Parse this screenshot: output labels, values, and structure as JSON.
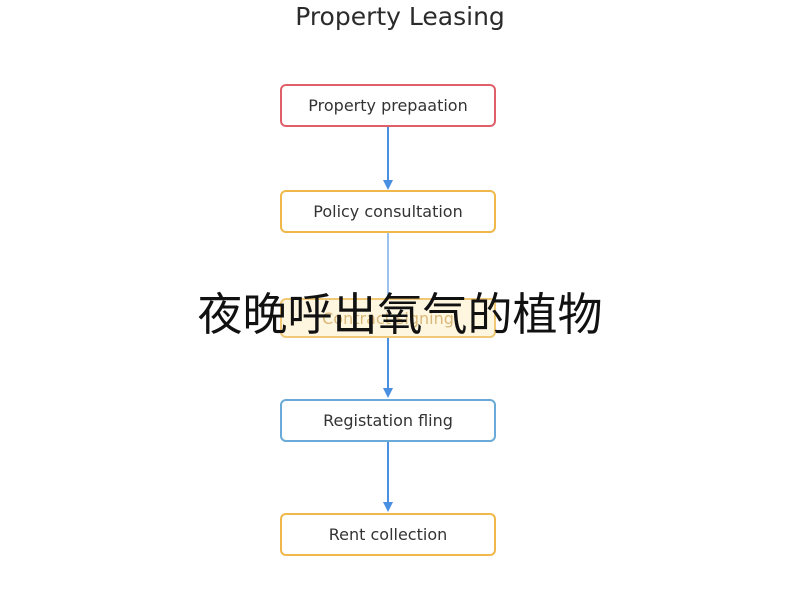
{
  "diagram": {
    "title": "Property Leasing",
    "nodes": [
      {
        "label": "Property prepaation",
        "border_color": "#e0606a"
      },
      {
        "label": "Policy consultation",
        "border_color": "#f0b84a"
      },
      {
        "label": "Contract signing",
        "border_color": "#f0c878"
      },
      {
        "label": "Registation fling",
        "border_color": "#6aaad8"
      },
      {
        "label": "Rent collection",
        "border_color": "#f0b84a"
      }
    ],
    "arrow_color": "#4a90e2"
  },
  "overlay_caption": "夜晚呼出氧气的植物"
}
